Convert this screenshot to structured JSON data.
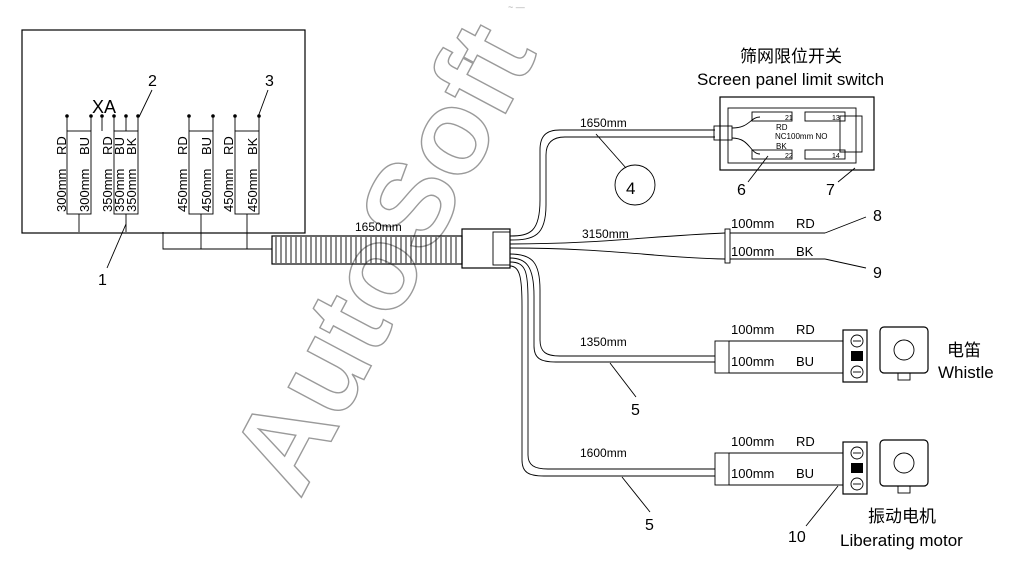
{
  "watermark": "AutoSoft",
  "box_label": "XA",
  "callouts": [
    "1",
    "2",
    "3",
    "4",
    "5",
    "5",
    "6",
    "7",
    "8",
    "9",
    "10"
  ],
  "wire_groups": [
    {
      "colors": [
        "RD",
        "BU"
      ],
      "lengths": [
        "300mm",
        "300mm"
      ]
    },
    {
      "colors": [
        "RD",
        "BU",
        "BK"
      ],
      "lengths": [
        "350mm",
        "350mm",
        "350mm"
      ]
    },
    {
      "colors": [
        "RD",
        "BU"
      ],
      "lengths": [
        "450mm",
        "450mm"
      ]
    },
    {
      "colors": [
        "RD",
        "BK"
      ],
      "lengths": [
        "450mm",
        "450mm"
      ]
    }
  ],
  "harness": {
    "main_length": "1650mm",
    "branches": [
      {
        "length": "1650mm"
      },
      {
        "length": "3150mm"
      },
      {
        "length": "1350mm"
      },
      {
        "length": "1600mm"
      }
    ]
  },
  "limit_switch": {
    "title_cn": "筛网限位开关",
    "title_en": "Screen panel limit switch",
    "terminals": [
      "21",
      "13",
      "22",
      "14"
    ],
    "wire_rd": "RD",
    "wire_bk": "BK",
    "note": "NC100mm NO"
  },
  "leads": [
    {
      "length": "100mm",
      "color": "RD"
    },
    {
      "length": "100mm",
      "color": "BK"
    }
  ],
  "whistle": {
    "label_cn": "电笛",
    "label_en": "Whistle",
    "wires": [
      {
        "length": "100mm",
        "color": "RD"
      },
      {
        "length": "100mm",
        "color": "BU"
      }
    ]
  },
  "motor": {
    "label_cn": "振动电机",
    "label_en": "Liberating motor",
    "wires": [
      {
        "length": "100mm",
        "color": "RD"
      },
      {
        "length": "100mm",
        "color": "BU"
      }
    ]
  },
  "colors": {
    "line": "#000000",
    "watermark": "#9a9a9a",
    "background": "#ffffff"
  }
}
